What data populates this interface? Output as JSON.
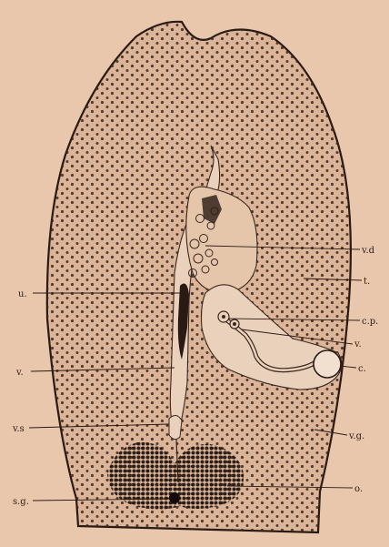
{
  "figure": {
    "colors": {
      "paper": "#e9c7ad",
      "ink": "#2a1a14",
      "body_fill": "#dcb497",
      "dots": "#3a2820",
      "organ_outline": "#3a2820"
    },
    "labels": {
      "vd": "v.d",
      "t": "t.",
      "cp": "c.p.",
      "v_right": "v.",
      "c": "c.",
      "vg": "v.g.",
      "o": "o.",
      "u": "u.",
      "v_left": "v.",
      "vs": "v.s",
      "sg": "s.g."
    }
  }
}
